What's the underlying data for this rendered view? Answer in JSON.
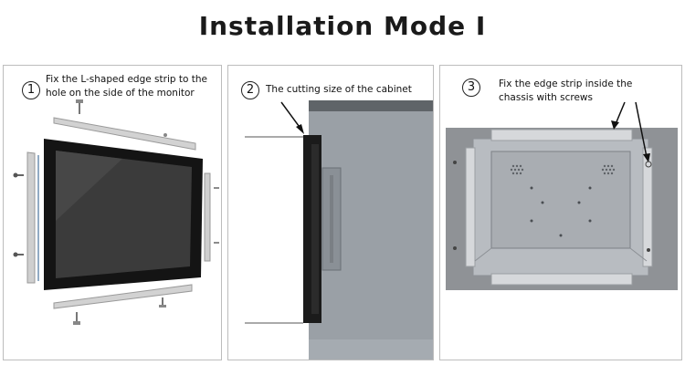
{
  "title": "Installation Mode I",
  "steps": [
    {
      "number": "1",
      "text_line1": "Fix the L-shaped edge strip to the",
      "text_line2": "hole on the side of the monitor"
    },
    {
      "number": "2",
      "text_line1": "The cutting size of the cabinet"
    },
    {
      "number": "3",
      "text_line1": "Fix the edge strip inside the",
      "text_line2": "chassis with screws"
    }
  ],
  "colors": {
    "bezel": "#151515",
    "screen": "#3a3a3a",
    "strip": "#c9c9c9",
    "cabinet_wall": "#9aa0a6",
    "chassis_bg": "#8f9296",
    "chassis_metal": "#b8bcc1"
  }
}
